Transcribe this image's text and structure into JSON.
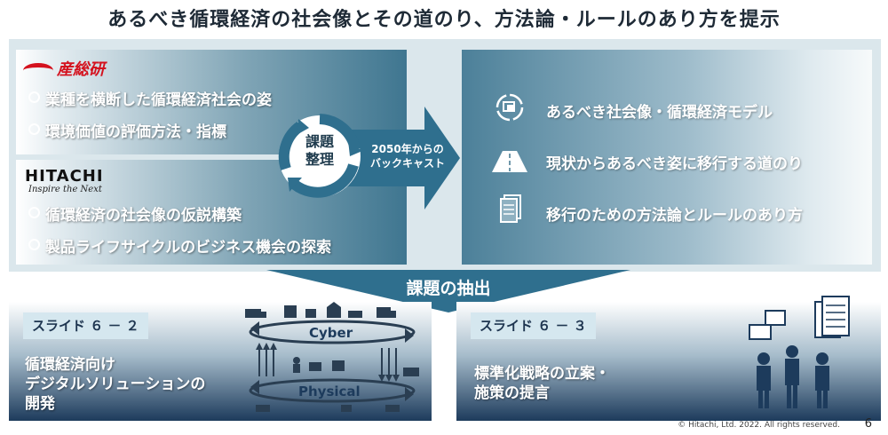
{
  "title": "あるべき循環経済の社会像とその道のり、方法論・ルールのあり方を提示",
  "left": {
    "aist_logo": "産総研",
    "aist_bullets": [
      "業種を横断した循環経済社会の姿",
      "環境価値の評価方法・指標"
    ],
    "hitachi_logo": "HITACHI",
    "hitachi_tagline": "Inspire the Next",
    "hitachi_bullets": [
      "循環経済の社会像の仮説構築",
      "製品ライフサイクルのビジネス機会の探索"
    ]
  },
  "center": {
    "circle_line1": "課題",
    "circle_line2": "整理",
    "arrow_line1": "2050年からの",
    "arrow_line2": "バックキャスト"
  },
  "right": {
    "items": [
      "あるべき社会像・循環経済モデル",
      "現状からあるべき姿に移行する道のり",
      "移行のための方法論とルールのあり方"
    ]
  },
  "extract_label": "課題の抽出",
  "bottom_left": {
    "slide_label": "スライド ６ － ２",
    "text_lines": [
      "循環経済向け",
      "デジタルソリューションの",
      "開発"
    ],
    "cyber": "Cyber",
    "physical": "Physical"
  },
  "bottom_right": {
    "slide_label": "スライド ６ － ３",
    "text_lines": [
      "標準化戦略の立案・",
      "施策の提言"
    ]
  },
  "footer": "© Hitachi, Ltd. 2022. All rights reserved.",
  "page_number": "6",
  "colors": {
    "accent_blue": "#2f6f8e",
    "aist_red": "#d4121e",
    "dark_navy": "#1d3b5c"
  }
}
